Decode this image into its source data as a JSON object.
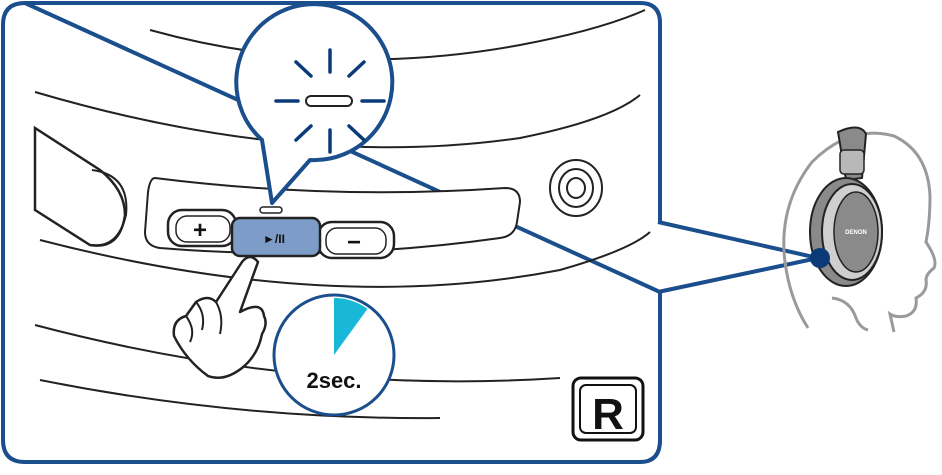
{
  "buttons": {
    "plus_label": "+",
    "play_pause_label": "►/II",
    "minus_label": "−"
  },
  "timer": {
    "label": "2sec.",
    "fraction": 0.1
  },
  "side_badge": {
    "label": "R"
  },
  "brand": {
    "label": "DENON"
  },
  "colors": {
    "outline_blue": "#1a4e8c",
    "led_blue": "#0a3a78",
    "button_highlight": "#7d9cc8",
    "timer_cyan": "#19b8d8",
    "headphone_gray": "#8a8a8a",
    "head_outline": "#9a9a9a"
  },
  "icons": {
    "hand": "pointing-hand-icon",
    "led": "led-blinking-icon",
    "jack": "audio-jack-icon"
  }
}
